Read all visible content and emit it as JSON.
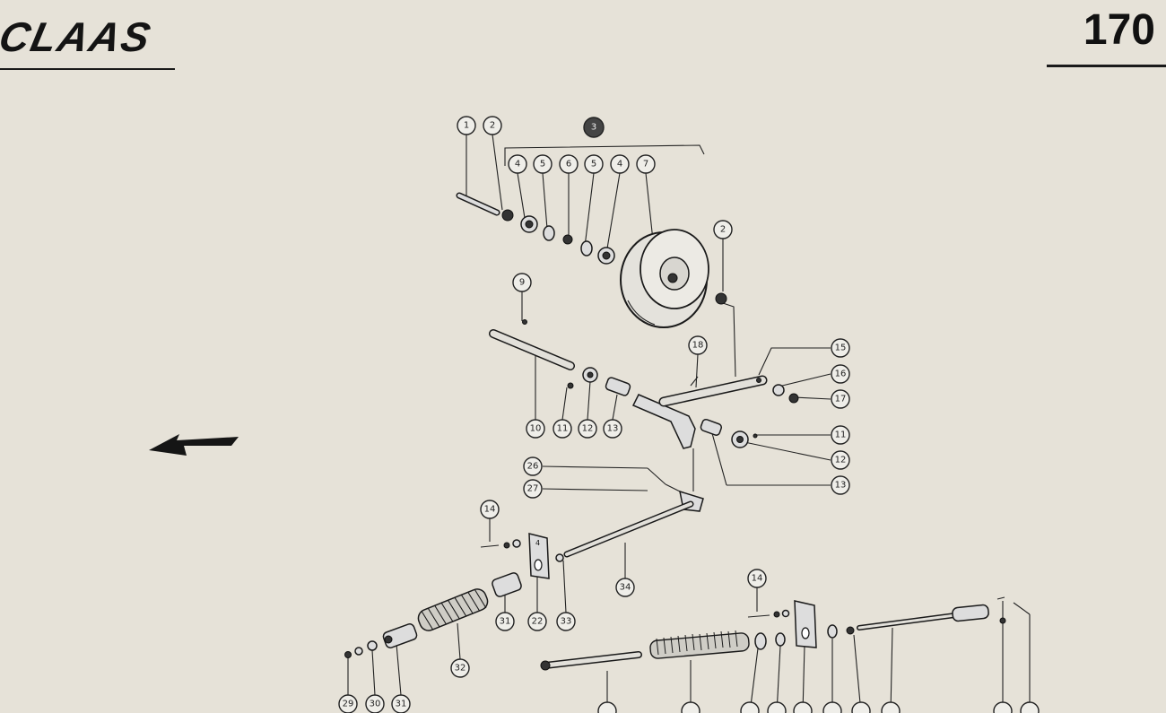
{
  "header": {
    "brand": "CLAAS",
    "page_number": "170"
  },
  "callouts": [
    "1",
    "2",
    "3",
    "4",
    "5",
    "6",
    "5",
    "4",
    "7",
    "2",
    "9",
    "18",
    "15",
    "16",
    "17",
    "10",
    "11",
    "12",
    "13",
    "11",
    "12",
    "13",
    "26",
    "27",
    "14",
    "34",
    "31",
    "22",
    "33",
    "32",
    "29",
    "30",
    "31",
    "14"
  ],
  "icons": {
    "direction_arrow": "arrow-left-icon"
  }
}
